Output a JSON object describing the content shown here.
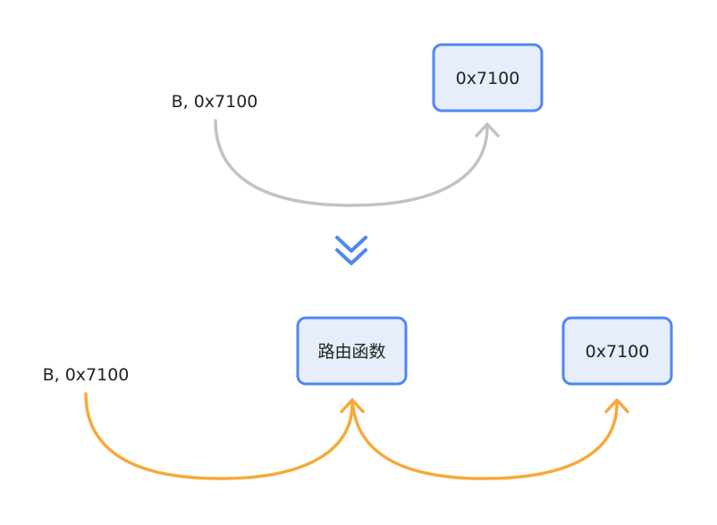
{
  "top_flow": {
    "source_label": "B, 0x7100",
    "target_box_label": "0x7100"
  },
  "bottom_flow": {
    "source_label": "B, 0x7100",
    "router_box_label": "路由函数",
    "target_box_label": "0x7100"
  },
  "colors": {
    "box_fill": "#e6edfb",
    "box_border": "#4f86f2",
    "top_arrow": "#c2c2c2",
    "bottom_arrow": "#f6a93a",
    "transition_chevron": "#4f86f2"
  },
  "icons": {
    "transition": "double-chevron-down-icon"
  }
}
